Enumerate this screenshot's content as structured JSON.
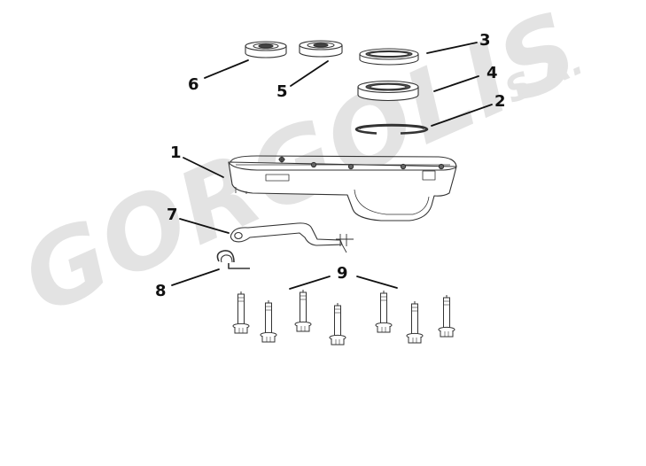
{
  "watermark": {
    "brand": "GORGOLIS",
    "suffix": "S.A."
  },
  "parts": [
    {
      "number": "1"
    },
    {
      "number": "2"
    },
    {
      "number": "3"
    },
    {
      "number": "4"
    },
    {
      "number": "5"
    },
    {
      "number": "6"
    },
    {
      "number": "7"
    },
    {
      "number": "8"
    },
    {
      "number": "9"
    }
  ],
  "colors": {
    "line": "#333333",
    "leader": "#111111",
    "watermark": "#e3e3e3"
  }
}
